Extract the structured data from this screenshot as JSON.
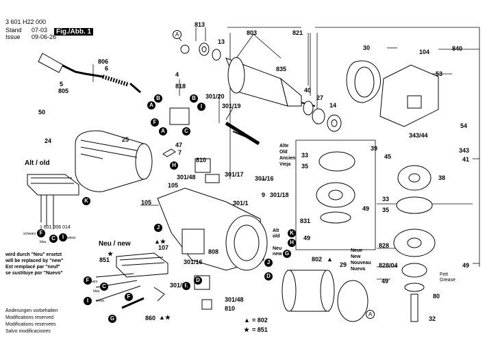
{
  "header": {
    "part_number": "3 601 H22 000",
    "stand_label": "Stand",
    "stand_value": "07-03",
    "issue_label": "Issue",
    "issue_value": "09-06-26",
    "figure_label": "Fig./Abb. 1"
  },
  "section_alt": "Alt / old",
  "section_neu": "Neu / new",
  "note_lines": [
    "wird durch \"Neu\" ersetzt",
    "will be replaced by \"new\"",
    "Est remplacé par \"neuf\"",
    "se sustituye por \"Nuevo\""
  ],
  "part_note": "1 601 006 014",
  "wire_labels": {
    "schwarz": "schwarz",
    "blau": "blau",
    "weiss": "weiss"
  },
  "alte_labels": [
    "Alte",
    "Old",
    "Ancien",
    "Vieja"
  ],
  "neue_labels": [
    "Neue",
    "New",
    "Nouveau",
    "Nueva"
  ],
  "alt_old": [
    "Alt",
    "old"
  ],
  "neu_new": [
    "Neu",
    "new"
  ],
  "fett_labels": [
    "Fett",
    "Grease"
  ],
  "footer_lines": [
    "Änderungen vorbehalten",
    "Modifications reserved",
    "Modifications reservees",
    "Salvo modificaciones"
  ],
  "legend": [
    {
      "symbol": "▲",
      "text": "= 802"
    },
    {
      "symbol": "★",
      "text": "= 851"
    }
  ],
  "callout_letters": {
    "A": "A",
    "B": "B",
    "C": "C",
    "D": "D",
    "E": "E",
    "F": "F",
    "G": "G",
    "H": "H",
    "I": "I",
    "J": "J",
    "K": "K"
  },
  "part_numbers": {
    "p813": "813",
    "p13": "13",
    "p803": "803",
    "p821": "821",
    "p30": "30",
    "p104": "104",
    "p840": "840",
    "p835": "835",
    "p806": "806",
    "p6": "6",
    "p5": "5",
    "p805": "805",
    "p4": "4",
    "p818": "818",
    "p301_20": "301/20",
    "p301_19": "301/19",
    "p40": "40",
    "p27": "27",
    "p14": "14",
    "p53": "53",
    "p50": "50",
    "p24": "24",
    "p25": "25",
    "p47": "47",
    "p7": "7",
    "p54": "54",
    "p343_44": "343/44",
    "p343": "343",
    "p39": "39",
    "p45": "45",
    "p41": "41",
    "p33a": "33",
    "p35a": "35",
    "p38": "38",
    "p810": "810",
    "p301_48a": "301/48",
    "p301_17a": "301/17",
    "p301_16a": "301/16",
    "p105a": "105",
    "p105b": "105",
    "p9": "9",
    "p301_18": "301/18",
    "p301_1": "301/1",
    "p49a": "49",
    "p33b": "33",
    "p35b": "35",
    "p831": "831",
    "p49b": "49",
    "p828": "828",
    "p828_04": "828/04",
    "p49c": "49",
    "p49d": "49",
    "p107": "107",
    "p851": "851",
    "p808": "808",
    "p802": "802",
    "p29": "29",
    "p301_16b": "301/16",
    "p301_17b": "301/17",
    "p301_48b": "301/48",
    "p810b": "810",
    "p860": "860",
    "p80": "80",
    "p32": "32"
  }
}
